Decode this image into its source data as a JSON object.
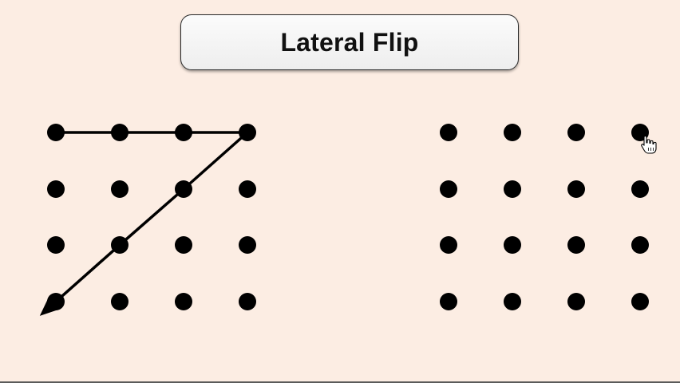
{
  "title": "Lateral Flip",
  "colors": {
    "background": "#fcede3",
    "dot": "#000000",
    "path": "#000000"
  },
  "grids": {
    "rows": 4,
    "cols": 4
  },
  "left_pattern": {
    "path_points": [
      [
        3,
        0
      ],
      [
        0,
        0
      ],
      [
        1,
        0
      ],
      [
        2,
        0
      ],
      [
        3,
        0
      ],
      [
        2,
        1
      ],
      [
        1,
        2
      ],
      [
        0,
        3
      ]
    ],
    "arrow_end": true
  },
  "cursor": {
    "icon": "hand-pointer-icon"
  }
}
